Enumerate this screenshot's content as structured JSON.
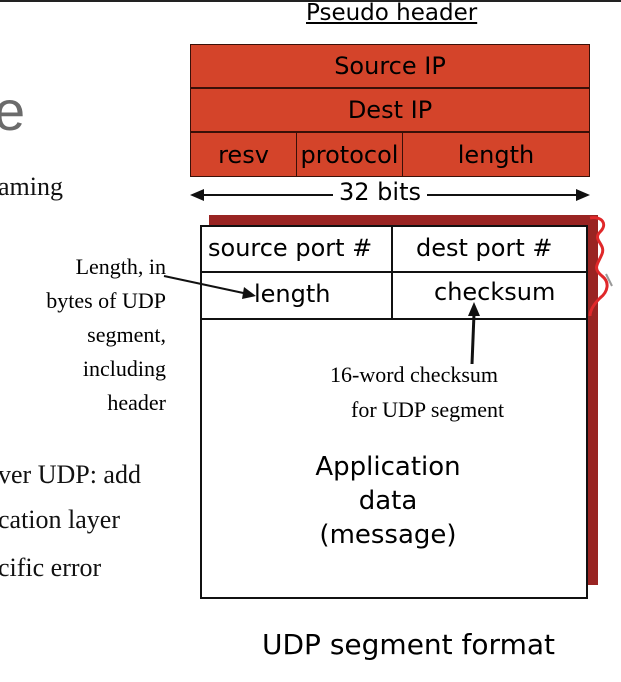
{
  "slide_fragments": {
    "title_fragment": "e",
    "line1": "aming",
    "line2": "ver UDP: add",
    "line3": "cation layer",
    "line4": "cific error"
  },
  "pseudo_header": {
    "title": "Pseudo header",
    "source_ip": "Source IP",
    "dest_ip": "Dest IP",
    "resv": "resv",
    "protocol": "protocol",
    "length": "length",
    "width_label": "32 bits"
  },
  "segment": {
    "source_port": "source port #",
    "dest_port": "dest port #",
    "length": "length",
    "checksum": "checksum",
    "app_line1": "Application",
    "app_line2": "data",
    "app_line3": "(message)",
    "caption": "UDP segment format"
  },
  "annotations": {
    "length_note": [
      "Length, in",
      "bytes of UDP",
      "segment,",
      "including",
      "header"
    ],
    "checksum_note": [
      "16-word checksum",
      "for UDP segment"
    ]
  },
  "colors": {
    "pseudo_header_fill": "#d4442a",
    "segment_shadow": "#992422",
    "squiggle": "#e0282a"
  }
}
